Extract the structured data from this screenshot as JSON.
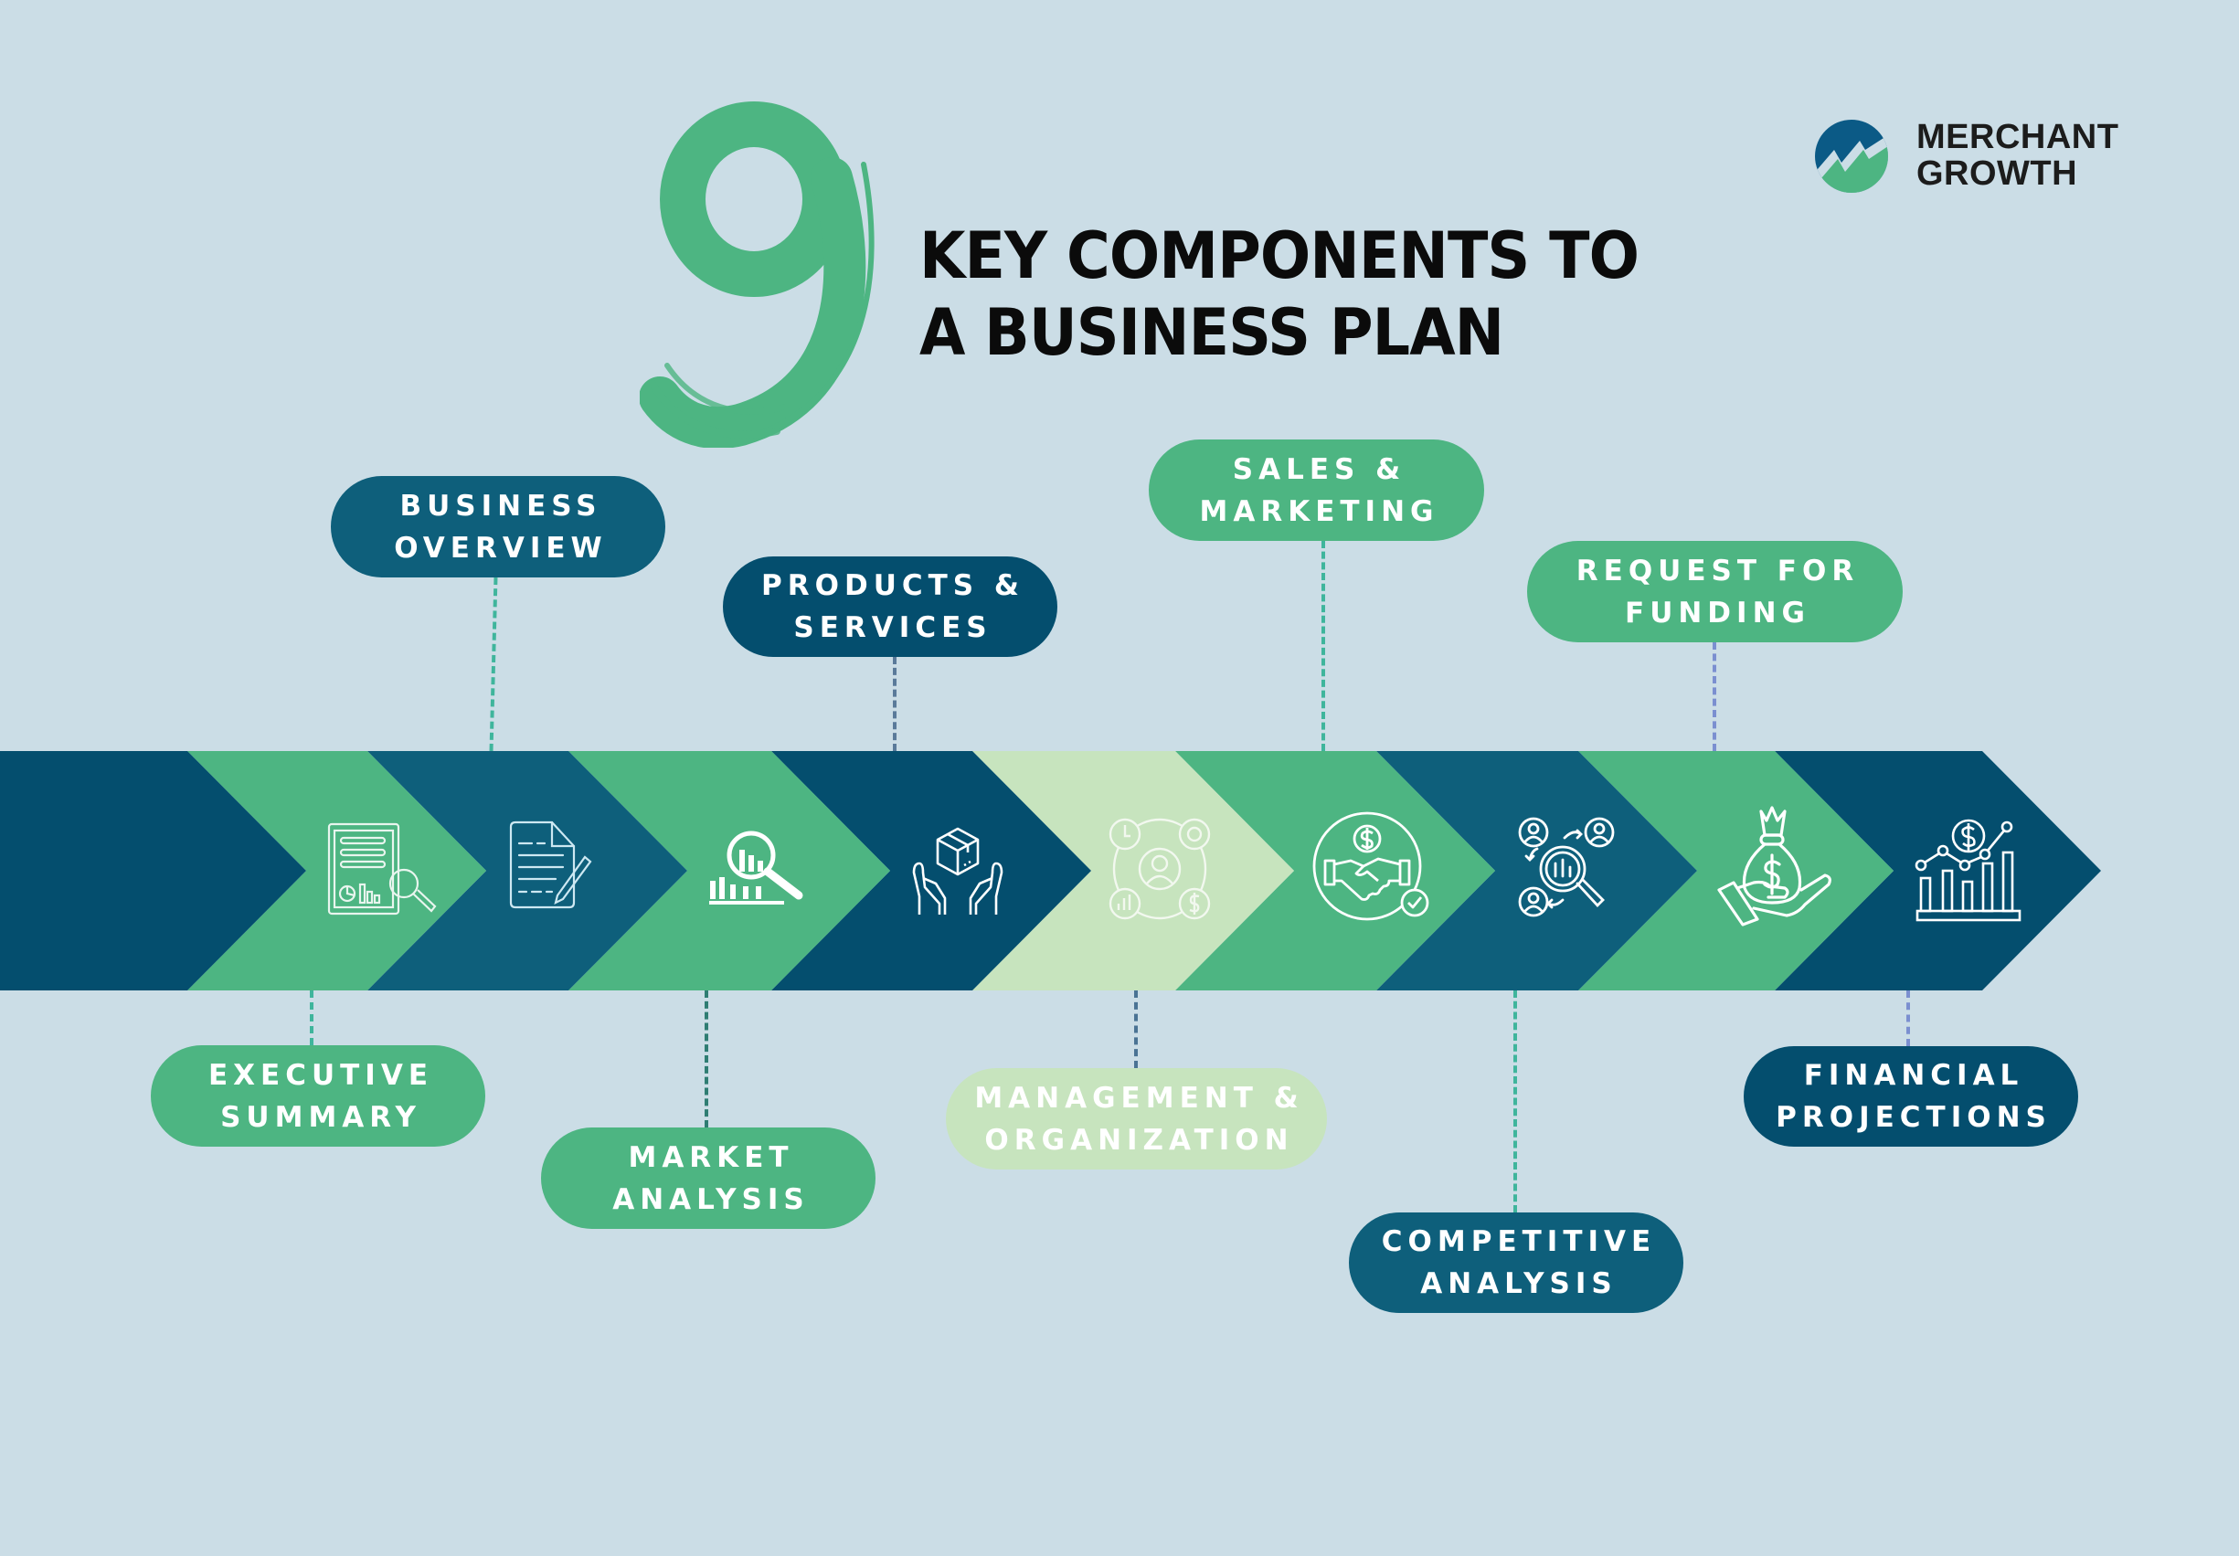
{
  "header": {
    "number": "9",
    "title_line_1": "KEY COMPONENTS TO",
    "title_line_2": "A BUSINESS PLAN"
  },
  "logo": {
    "line_1": "MERCHANT",
    "line_2": "GROWTH",
    "colors": {
      "top": "#0b5a86",
      "bottom": "#4db582"
    }
  },
  "colors": {
    "background": "#cbdde6",
    "dark_navy": "#044e6e",
    "mid_blue": "#0e5f7b",
    "green": "#4db582",
    "light_green": "#c7e4be"
  },
  "components": [
    {
      "order": 1,
      "label_1": "EXECUTIVE",
      "label_2": "SUMMARY",
      "position": "below",
      "icon": "report-magnifier-icon"
    },
    {
      "order": 2,
      "label_1": "BUSINESS",
      "label_2": "OVERVIEW",
      "position": "above",
      "icon": "document-pencil-icon"
    },
    {
      "order": 3,
      "label_1": "MARKET",
      "label_2": "ANALYSIS",
      "position": "below",
      "icon": "market-analysis-icon"
    },
    {
      "order": 4,
      "label_1": "PRODUCTS &",
      "label_2": "SERVICES",
      "position": "above",
      "icon": "hands-box-icon"
    },
    {
      "order": 5,
      "label_1": "MANAGEMENT &",
      "label_2": "ORGANIZATION",
      "position": "below",
      "icon": "management-network-icon"
    },
    {
      "order": 6,
      "label_1": "SALES &",
      "label_2": "MARKETING",
      "position": "above",
      "icon": "handshake-dollar-icon"
    },
    {
      "order": 7,
      "label_1": "COMPETITIVE",
      "label_2": "ANALYSIS",
      "position": "below",
      "icon": "competitor-search-icon"
    },
    {
      "order": 8,
      "label_1": "REQUEST FOR",
      "label_2": "FUNDING",
      "position": "above",
      "icon": "money-bag-hand-icon"
    },
    {
      "order": 9,
      "label_1": "FINANCIAL",
      "label_2": "PROJECTIONS",
      "position": "below",
      "icon": "financial-chart-icon"
    }
  ]
}
